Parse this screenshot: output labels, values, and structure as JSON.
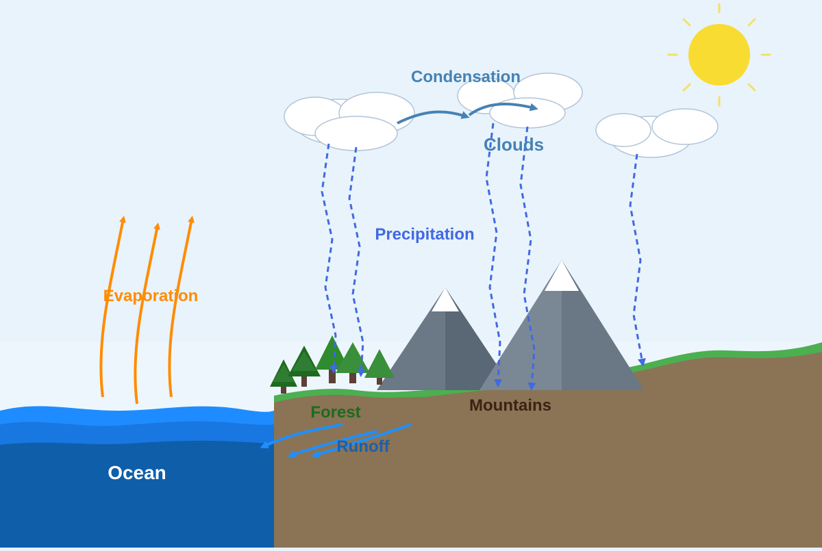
{
  "labels": {
    "condensation": "Condensation",
    "clouds": "Clouds",
    "precipitation": "Precipitation",
    "evaporation": "Evaporation",
    "forest": "Forest",
    "mountains": "Mountains",
    "runoff": "Runoff",
    "ocean": "Ocean"
  },
  "colors": {
    "sky": "#e8f3fc",
    "sun": "#f8dc32",
    "cloud_stroke": "#b0c4d8",
    "condensation": "#4682b4",
    "precipitation": "#4169e1",
    "evaporation": "#ff8c00",
    "runoff": "#1e90ff",
    "ocean_surface": "#1e8cff",
    "ocean_deep": "#0e5eaa",
    "land": "#8a7455",
    "grass": "#4caf50",
    "mountain_light": "#7a8896",
    "mountain_dark": "#5a6775",
    "snow": "#ffffff",
    "forest_label": "#1e6a1e",
    "mountains_label": "#3b2314"
  },
  "icons": [
    "sun-icon",
    "cloud-icon",
    "tree-icon",
    "mountain-icon"
  ]
}
